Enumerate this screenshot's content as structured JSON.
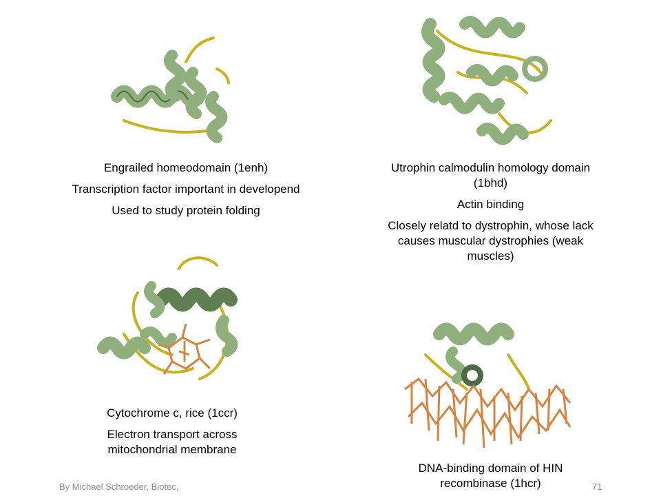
{
  "slide_number": "71",
  "footer": {
    "author": "By Michael Schroeder, Biotec,"
  },
  "colors": {
    "helix": "#8fb07c",
    "helix_dark": "#4d6b43",
    "coil": "#c8b21e",
    "heme": "#d9823f",
    "footer_text": "#8c8c8c"
  },
  "proteins": [
    {
      "caption": {
        "lines": [
          "Engrailed homeodomain (1enh)",
          "Transcription factor important in developend",
          "Used to study protein folding"
        ]
      }
    },
    {
      "caption": {
        "lines": [
          "Utrophin calmodulin homology domain (1bhd)",
          "Actin binding",
          "Closely relatd to dystrophin, whose lack causes muscular dystrophies (weak muscles)"
        ]
      }
    },
    {
      "caption": {
        "lines": [
          "Cytochrome c, rice (1ccr)",
          "Electron transport across mitochondrial membrane"
        ]
      }
    },
    {
      "caption": {
        "lines": [
          "DNA-binding domain of HIN recombinase (1hcr)"
        ]
      }
    }
  ]
}
